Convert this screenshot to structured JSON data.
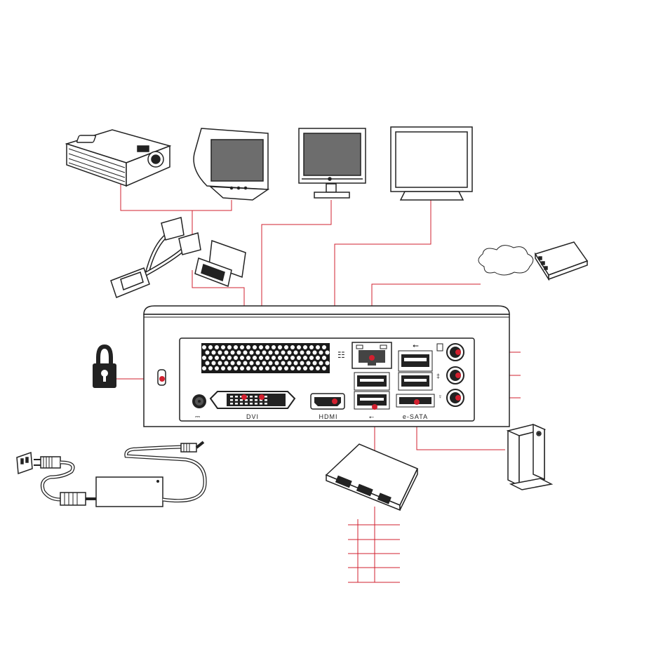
{
  "colors": {
    "accent": "#d2202f",
    "ink": "#222222",
    "panel": "#ffffff",
    "vent": "#1a1a1a",
    "screen": "#6d6d6d"
  },
  "ports": {
    "dc_in": "⎓",
    "dvi": "DVI",
    "hdmi": "HDMI",
    "usb_symbol": "⭠",
    "esata": "e-SATA"
  },
  "icons": [
    "projector-icon",
    "crt-monitor-icon",
    "lcd-monitor-icon",
    "touch-monitor-icon",
    "vga-splitter-cable-icon",
    "dvi-vga-adapter-icon",
    "network-cloud-icon",
    "router-icon",
    "kensington-lock-icon",
    "power-adapter-icon",
    "wall-socket-icon",
    "usb-hub-icon",
    "external-drive-icon"
  ]
}
